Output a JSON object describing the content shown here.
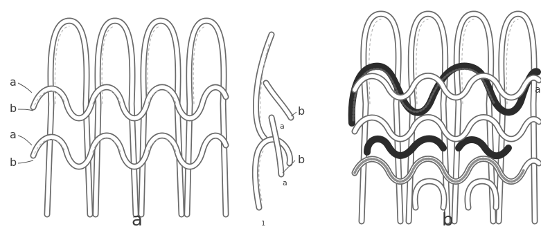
{
  "figure": {
    "left_panel": {
      "caption": "a",
      "row_labels": [
        "a",
        "b",
        "a",
        "b"
      ]
    },
    "middle_panel": {
      "caption": "1",
      "labels": [
        "b",
        "a",
        "b",
        "a"
      ]
    },
    "right_panel": {
      "caption": "b",
      "side_label": "a",
      "yarn_colors": {
        "ground": "#9a9a9a",
        "dark": "#2b2b2b",
        "speckled": "#b5b5b5"
      }
    }
  }
}
